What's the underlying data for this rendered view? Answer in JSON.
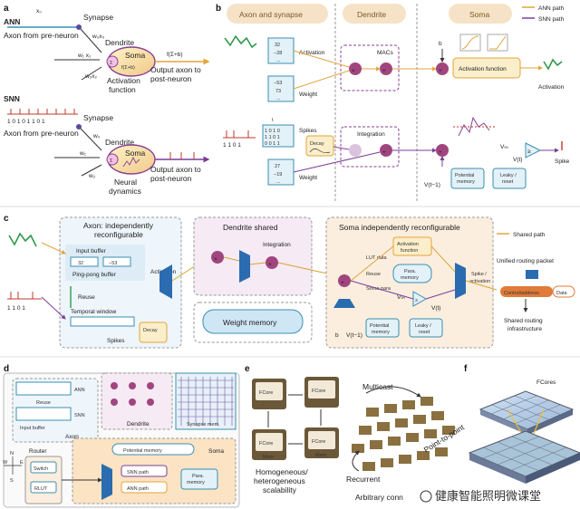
{
  "colors": {
    "ann_path": "#e3a43a",
    "snn_path": "#7a3f9a",
    "axon_bg": "#eef6fb",
    "dendrite_bg": "#f6eaf4",
    "soma_bg": "#fbeede",
    "teal": "#3b8fb0",
    "purple": "#8a3f91",
    "green": "#2f9a4a",
    "watermark": "#b23a48"
  },
  "panels": {
    "a": "a",
    "b": "b",
    "c": "c",
    "d": "d",
    "e": "e",
    "f": "f"
  },
  "a": {
    "ann": "ANN",
    "snn": "SNN",
    "synapse": "Synapse",
    "axon_from_pre": "Axon from pre-neuron",
    "dendrite": "Dendrite",
    "soma": "Soma",
    "soma_fn": "f(Σ+b)",
    "output_fn": "f(Σ+b)",
    "activation_function": "Activation\nfunction",
    "output_axon": "Output axon to\npost-neuron",
    "neural_dynamics": "Neural\ndynamics",
    "spike_train": "1 0 1 0 1 1 0 1",
    "x0": "x₀",
    "w0x0": "w₀x₀",
    "w1x1": "w₁ x₁",
    "w2x2": "w₂x₂",
    "w0": "w₀",
    "w1": "w₁",
    "w2": "w₂",
    "sigma": "Σ"
  },
  "b": {
    "headers": [
      "Axon and synapse",
      "Dendrite",
      "Soma"
    ],
    "legend": [
      "ANN path",
      "SNN path"
    ],
    "activation": "Activation",
    "weight": "Weight",
    "macs": "MACs",
    "activation_function": "Activation function",
    "activation_out": "Activation",
    "spikes": "Spikes",
    "decay": "Decay",
    "integration": "Integration",
    "potential_memory": "Potential\nmemory",
    "leaky_reset": "Leaky /\nreset",
    "spike": "Spike",
    "vth": "Vₜₕ",
    "vt": "V(t)",
    "vt1": "V(t−1)",
    "b": "b",
    "act_values": [
      "32",
      "−28",
      "...",
      "−53",
      "73",
      "..."
    ],
    "weight_values": [
      "27",
      "−19",
      "..."
    ],
    "spike_bits": [
      "1 0 1 0",
      "1 1 0 1",
      "0 0 1 1"
    ],
    "spike_train": "1 1 0 1",
    "t": "t"
  },
  "c": {
    "axon_title": "Axon: independently\nreconfigurable",
    "input_buffer": "Input buffer",
    "pingpong": "Ping-pong buffer",
    "reuse": "Reuse",
    "temporal_window": "Temporal window",
    "buf_values": [
      "32",
      "−53"
    ],
    "activation": "Activation",
    "spikes": "Spikes",
    "decay": "Decay",
    "dendrite_title": "Dendrite shared",
    "integration": "Integration",
    "weight_memory": "Weight memory",
    "soma_title": "Soma independently reconfigurable",
    "activation_function": "Activation\nfunction",
    "lut_data": "LUT data",
    "reuse2": "Reuse",
    "para_memory": "Para.\nmemory",
    "soma_para": "Soma para",
    "vth": "Vₜₕ",
    "vt": "V(t)",
    "potential_memory": "Potential\nmemory",
    "leaky_reset": "Leaky /\nreset",
    "b": "b",
    "vt1": "V(t−1)",
    "spike_activation": "Spike /\nactivation",
    "shared_path": "Shared path",
    "routing_packet": "Unified routing packet",
    "control_address": "Control/address",
    "data": "Data",
    "shared_routing": "Shared routing\ninfrastructure",
    "spike_train": "1 1 0 1"
  },
  "d": {
    "ann": "ANN",
    "snn": "SNN",
    "reuse": "Reuse",
    "input_buffer": "Input buffer",
    "axon": "Axon",
    "dendrite": "Dendrite",
    "synapse_mem": "Synapse mem.",
    "router": "Router",
    "switch": "Switch",
    "rlut": "RLUT",
    "potential_memory": "Potential memory",
    "soma": "Soma",
    "snn_path": "SNN path",
    "ann_path": "ANN path",
    "para_memory": "Para.\nmemory",
    "compass": [
      "N",
      "S",
      "W",
      "E"
    ]
  },
  "e": {
    "fcore": "FCore",
    "mem": "Mem",
    "homogeneous": "Homogeneous/\nheterogeneous\nscalability",
    "multicast": "Multicast",
    "recurrent": "Recurrent",
    "point_to_point": "Point-to-point",
    "arbitrary": "Arbitrary conn"
  },
  "f": {
    "fcores": "FCores"
  },
  "watermark": "健康智能照明微课堂"
}
